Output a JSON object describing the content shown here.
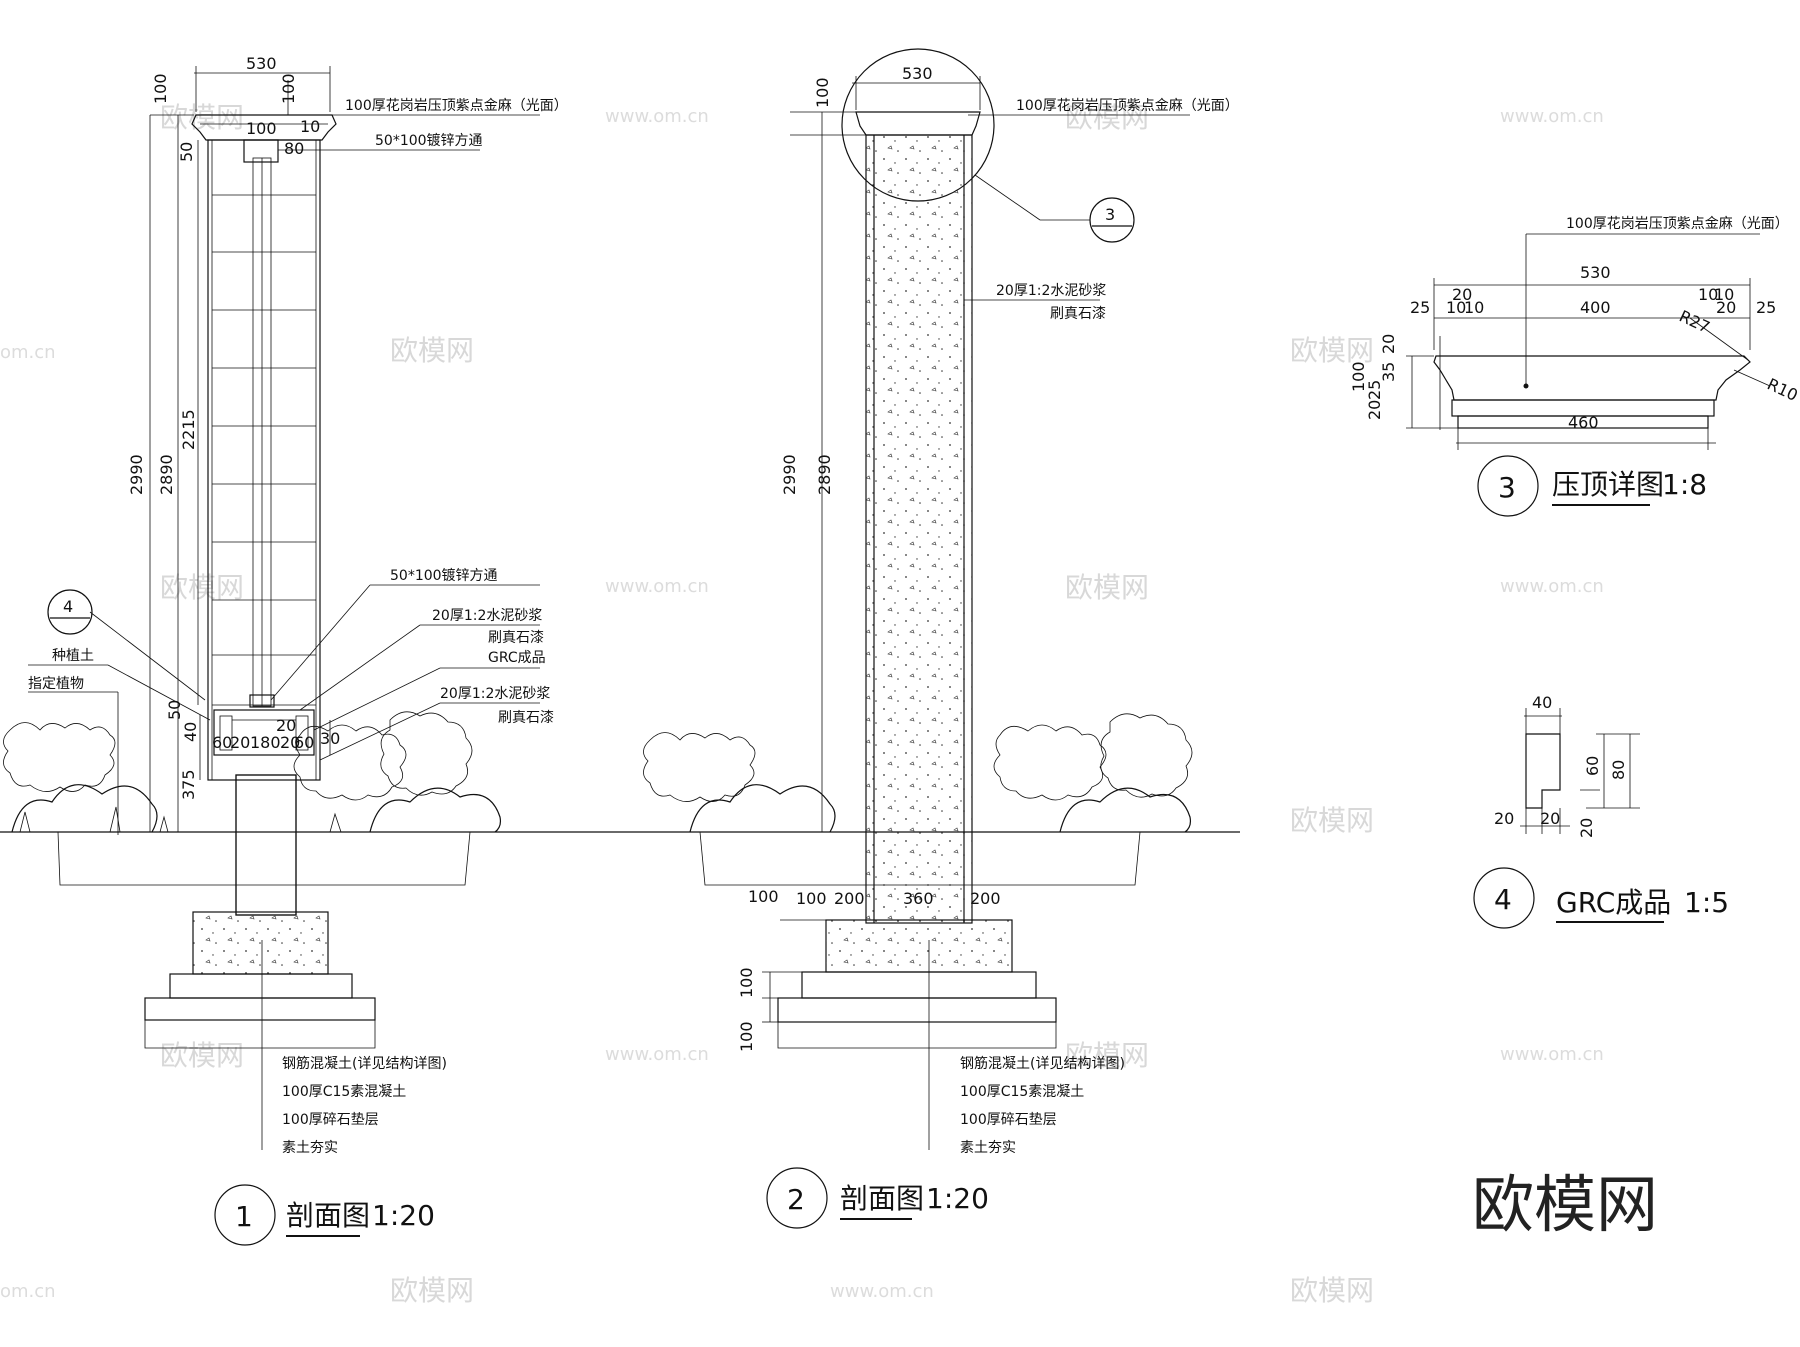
{
  "sec1": {
    "dims": {
      "top_width": "530",
      "cap_h_left": "100",
      "cap_h_right": "100",
      "inner_100": "100",
      "d80": "80",
      "d10": "10",
      "d50_top": "50",
      "total": "2990",
      "shaft": "2890",
      "panel": "2215",
      "d50_bottom": "50",
      "d40": "40",
      "d375": "375",
      "d20": "20",
      "d30": "30",
      "b60": "60",
      "b20a": "20",
      "b180": "180",
      "b20b": "20",
      "b60b": "60"
    },
    "notes": {
      "granite_cap": "100厚花岗岩压顶紫点金麻（光面）",
      "steel_top": "50*100镀锌方通",
      "steel_bottom": "50*100镀锌方通",
      "mortar1": "20厚1:2水泥砂浆",
      "paint1": "刷真石漆",
      "grc": "GRC成品",
      "mortar2": "20厚1:2水泥砂浆",
      "paint2": "刷真石漆",
      "soil": "种植土",
      "plant": "指定植物"
    },
    "foundation_notes": [
      "钢筋混凝土(详见结构详图)",
      "100厚C15素混凝土",
      "100厚碎石垫层",
      "素土夯实"
    ],
    "detail_ref": "4",
    "title_num": "1",
    "title": "剖面图",
    "scale": "1:20"
  },
  "sec2": {
    "dims": {
      "top_width": "530",
      "cap_h": "100",
      "total": "2990",
      "shaft": "2890",
      "f100": "100",
      "f100b": "100",
      "f200a": "200",
      "f360": "360",
      "f200b": "200",
      "v100a": "100",
      "v100b": "100"
    },
    "notes": {
      "granite_cap": "100厚花岗岩压顶紫点金麻（光面）",
      "mortar": "20厚1:2水泥砂浆",
      "paint": "刷真石漆"
    },
    "foundation_notes": [
      "钢筋混凝土(详见结构详图)",
      "100厚C15素混凝土",
      "100厚碎石垫层",
      "素土夯实"
    ],
    "detail_ref": "3",
    "title_num": "2",
    "title": "剖面图",
    "scale": "1:20"
  },
  "det3": {
    "note": "100厚花岗岩压顶紫点金麻（光面）",
    "dims": {
      "w530": "530",
      "w400": "400",
      "w460": "460",
      "l20": "20",
      "l25": "25",
      "l10a": "10",
      "l10b": "10",
      "r10a": "10",
      "r10b": "10",
      "r20": "20",
      "r25": "25",
      "v20": "20",
      "v35": "35",
      "v25": "25",
      "v20b": "20",
      "v100": "100",
      "radius1": "R27",
      "radius2": "R10"
    },
    "title_num": "3",
    "title": "压顶详图",
    "scale": "1:8"
  },
  "det4": {
    "dims": {
      "w40": "40",
      "h60": "60",
      "h80": "80",
      "b20a": "20",
      "b20b": "20",
      "b20c": "20"
    },
    "title_num": "4",
    "title": "GRC成品",
    "scale": "1:5"
  },
  "watermarks": {
    "cn": "欧模网",
    "url": "www.om.cn",
    "url_short": "om.cn"
  },
  "brand": "欧模网"
}
